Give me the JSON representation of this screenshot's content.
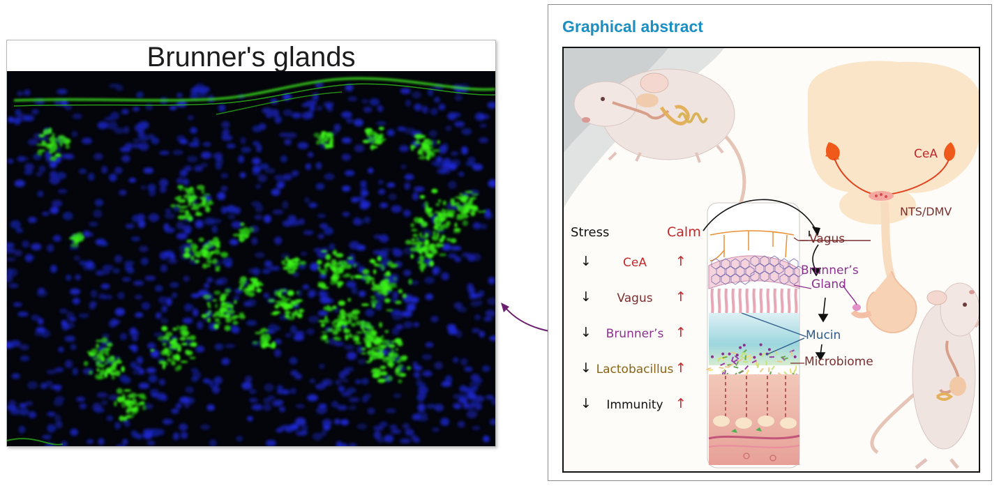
{
  "micrograph": {
    "title": "Brunner's glands"
  },
  "abstract": {
    "heading": "Graphical abstract",
    "brain": {
      "cea": "CeA",
      "nts_dmv": "NTS/DMV"
    },
    "intestine_labels": {
      "calm": "Calm",
      "vagus": "Vagus",
      "brunners_gland": "Brunner’s Gland",
      "mucin": "Mucin",
      "microbiome": "Microbiome"
    },
    "table": {
      "header": "Stress",
      "down_arrow": "↓",
      "up_arrow": "↑",
      "rows": [
        "CeA",
        "Vagus",
        "Brunner’s",
        "Lactobacillus",
        "Immunity"
      ]
    }
  },
  "colors": {
    "heading_blue": "#1a8fc4",
    "red": "#c0282b",
    "brown": "#7a2e2e",
    "purple": "#8c2f8f",
    "gold": "#8a6414",
    "mucin_blue": "#2c5a8c",
    "gfp_green": "#3cf21a",
    "dapi_blue": "#1d28d8"
  }
}
